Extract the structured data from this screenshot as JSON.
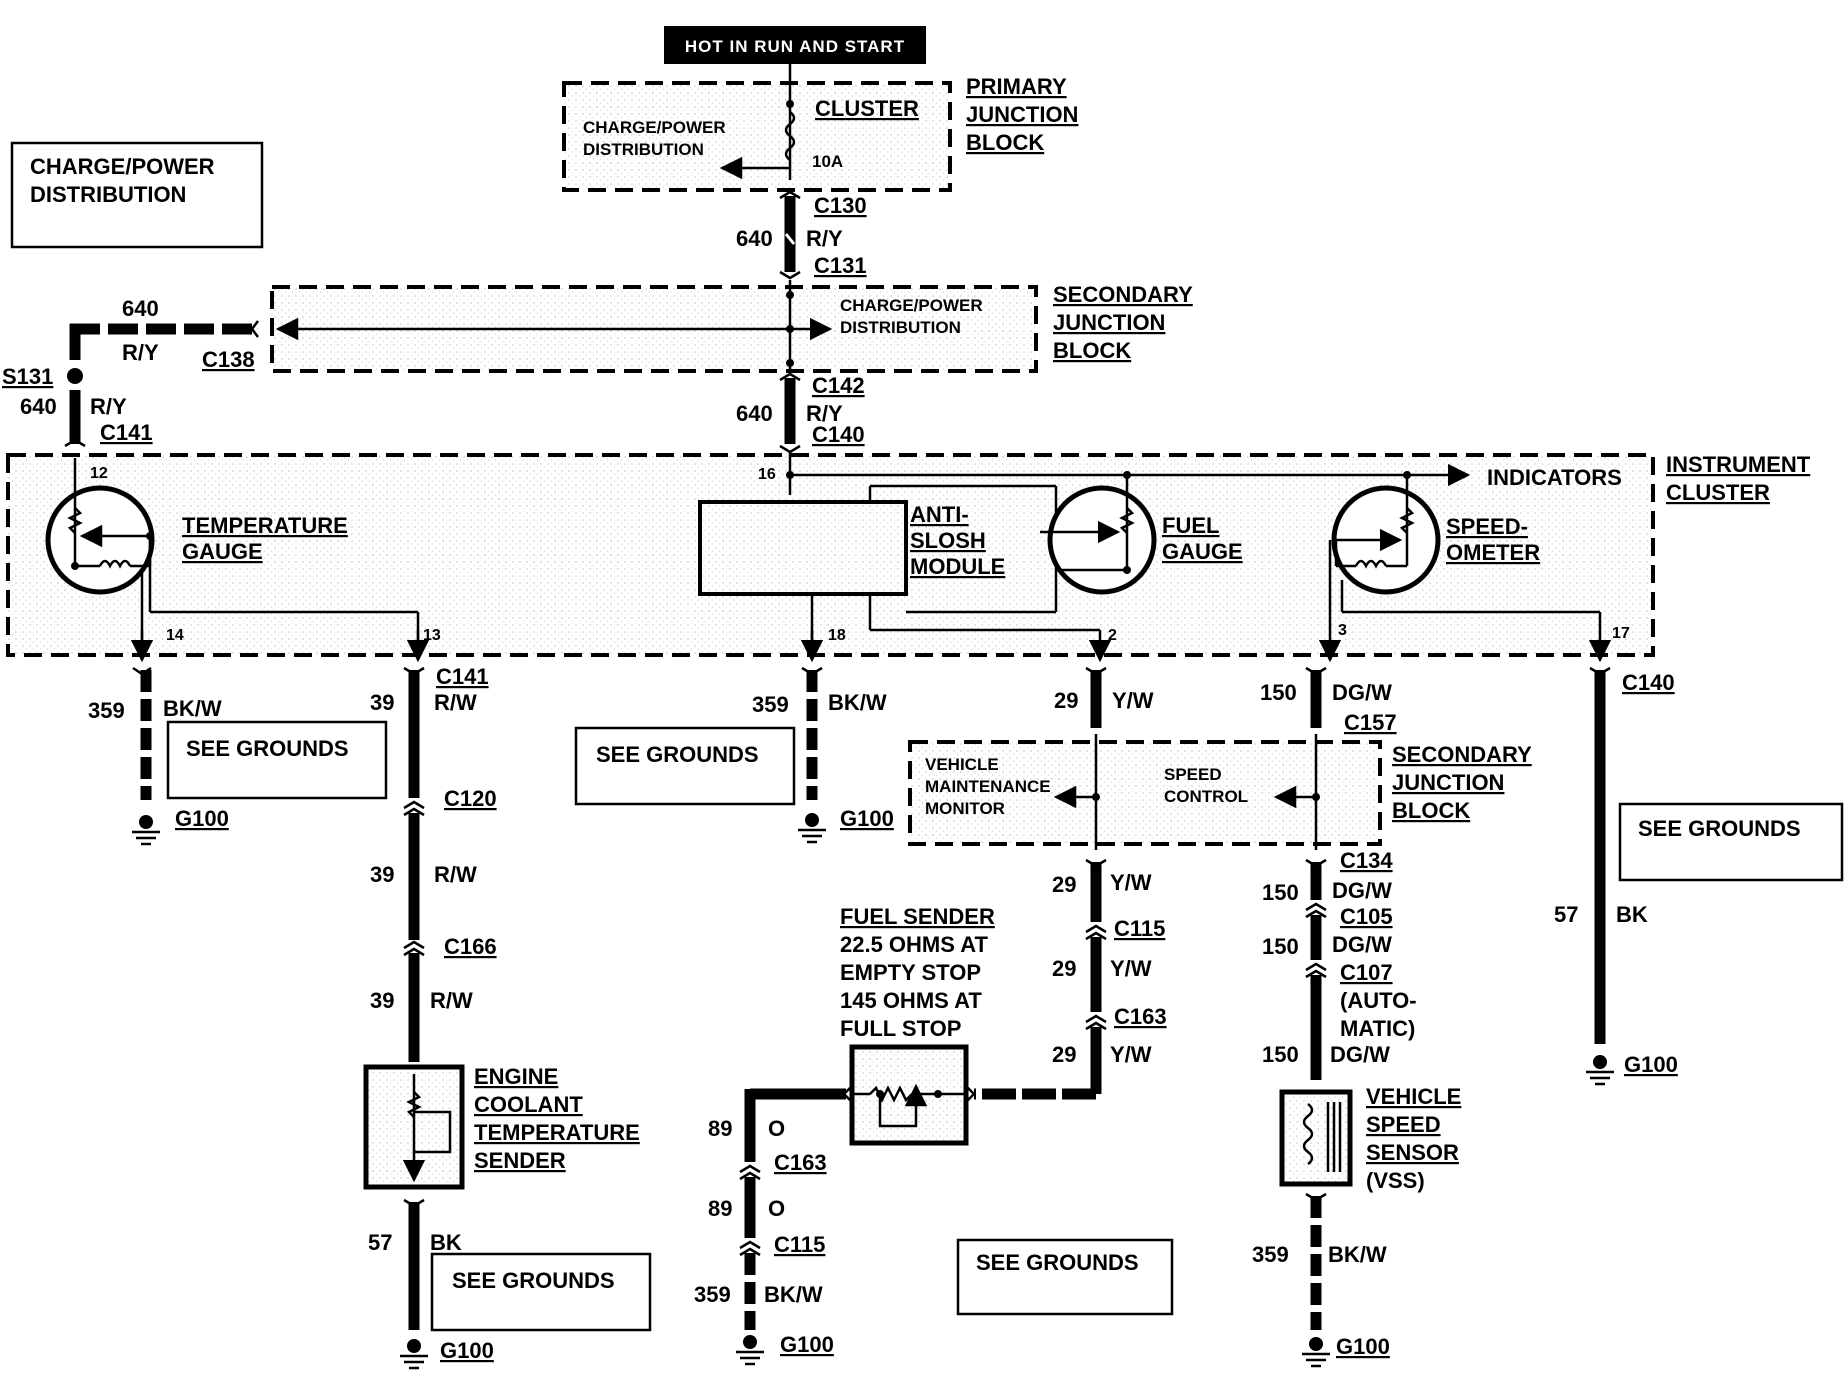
{
  "header": {
    "hot_label": "HOT IN RUN AND START"
  },
  "primary_junction_block": {
    "name_lines": [
      "PRIMARY",
      "JUNCTION",
      "BLOCK"
    ],
    "fuse_name": "CLUSTER",
    "fuse_rating": "10A",
    "feed_lines": [
      "CHARGE/POWER",
      "DISTRIBUTION"
    ]
  },
  "charge_power_box": {
    "lines": [
      "CHARGE/POWER",
      "DISTRIBUTION"
    ]
  },
  "secondary_junction_block_top": {
    "name_lines": [
      "SECONDARY",
      "JUNCTION",
      "BLOCK"
    ],
    "feed_lines": [
      "CHARGE/POWER",
      "DISTRIBUTION"
    ]
  },
  "secondary_junction_block_mid": {
    "name_lines": [
      "SECONDARY",
      "JUNCTION",
      "BLOCK"
    ],
    "vmm_lines": [
      "VEHICLE",
      "MAINTENANCE",
      "MONITOR"
    ],
    "speed_control_lines": [
      "SPEED",
      "CONTROL"
    ]
  },
  "instrument_cluster": {
    "name_lines": [
      "INSTRUMENT",
      "CLUSTER"
    ],
    "indicators": "INDICATORS",
    "temperature_gauge": [
      "TEMPERATURE",
      "GAUGE"
    ],
    "anti_slosh": [
      "ANTI-",
      "SLOSH",
      "MODULE"
    ],
    "fuel_gauge": [
      "FUEL",
      "GAUGE"
    ],
    "speedometer": [
      "SPEED-",
      "OMETER"
    ],
    "pins": [
      "12",
      "14",
      "13",
      "16",
      "18",
      "2",
      "3",
      "17"
    ]
  },
  "connectors": {
    "c130": "C130",
    "c131": "C131",
    "c138": "C138",
    "s131": "S131",
    "c141_left": "C141",
    "c142": "C142",
    "c140_top": "C140",
    "c141_mid": "C141",
    "c120": "C120",
    "c166": "C166",
    "c157": "C157",
    "c140_right": "C140",
    "c134": "C134",
    "c115_mid": "C115",
    "c105": "C105",
    "c163_mid": "C163",
    "c107": "C107",
    "c163_low": "C163",
    "c115_low": "C115"
  },
  "wires": {
    "w640_a": "640",
    "w640_a_color": "R/Y",
    "w640_b": "640",
    "w640_b_color": "R/Y",
    "w640_c": "640",
    "w640_c_color": "R/Y",
    "w640_d": "640",
    "w640_d_color": "R/Y",
    "w359_a": "359",
    "w359_a_color": "BK/W",
    "w39_a": "39",
    "w39_a_color": "R/W",
    "w39_b": "39",
    "w39_b_color": "R/W",
    "w39_c": "39",
    "w39_c_color": "R/W",
    "w57_a": "57",
    "w57_a_color": "BK",
    "w359_b": "359",
    "w359_b_color": "BK/W",
    "w29_a": "29",
    "w29_a_color": "Y/W",
    "w29_b": "29",
    "w29_b_color": "Y/W",
    "w29_c": "29",
    "w29_c_color": "Y/W",
    "w29_d": "29",
    "w29_d_color": "Y/W",
    "w150_a": "150",
    "w150_a_color": "DG/W",
    "w150_b": "150",
    "w150_b_color": "DG/W",
    "w150_c": "150",
    "w150_c_color": "DG/W",
    "w150_d": "150",
    "w150_d_color": "DG/W",
    "w57_b": "57",
    "w57_b_color": "BK",
    "w89_a": "89",
    "w89_a_color": "O",
    "w89_b": "89",
    "w89_b_color": "O",
    "w359_c": "359",
    "w359_c_color": "BK/W",
    "w359_d": "359",
    "w359_d_color": "BK/W"
  },
  "automatic_note": [
    "(AUTO-",
    "MATIC)"
  ],
  "components": {
    "ect_sender": [
      "ENGINE",
      "COOLANT",
      "TEMPERATURE",
      "SENDER"
    ],
    "fuel_sender": [
      "FUEL SENDER",
      "22.5 OHMS AT",
      "EMPTY  STOP",
      "145 OHMS AT",
      "FULL STOP"
    ],
    "vss": [
      "VEHICLE",
      "SPEED",
      "SENSOR",
      "(VSS)"
    ]
  },
  "grounds": {
    "see_grounds": "SEE GROUNDS",
    "g100": "G100"
  }
}
